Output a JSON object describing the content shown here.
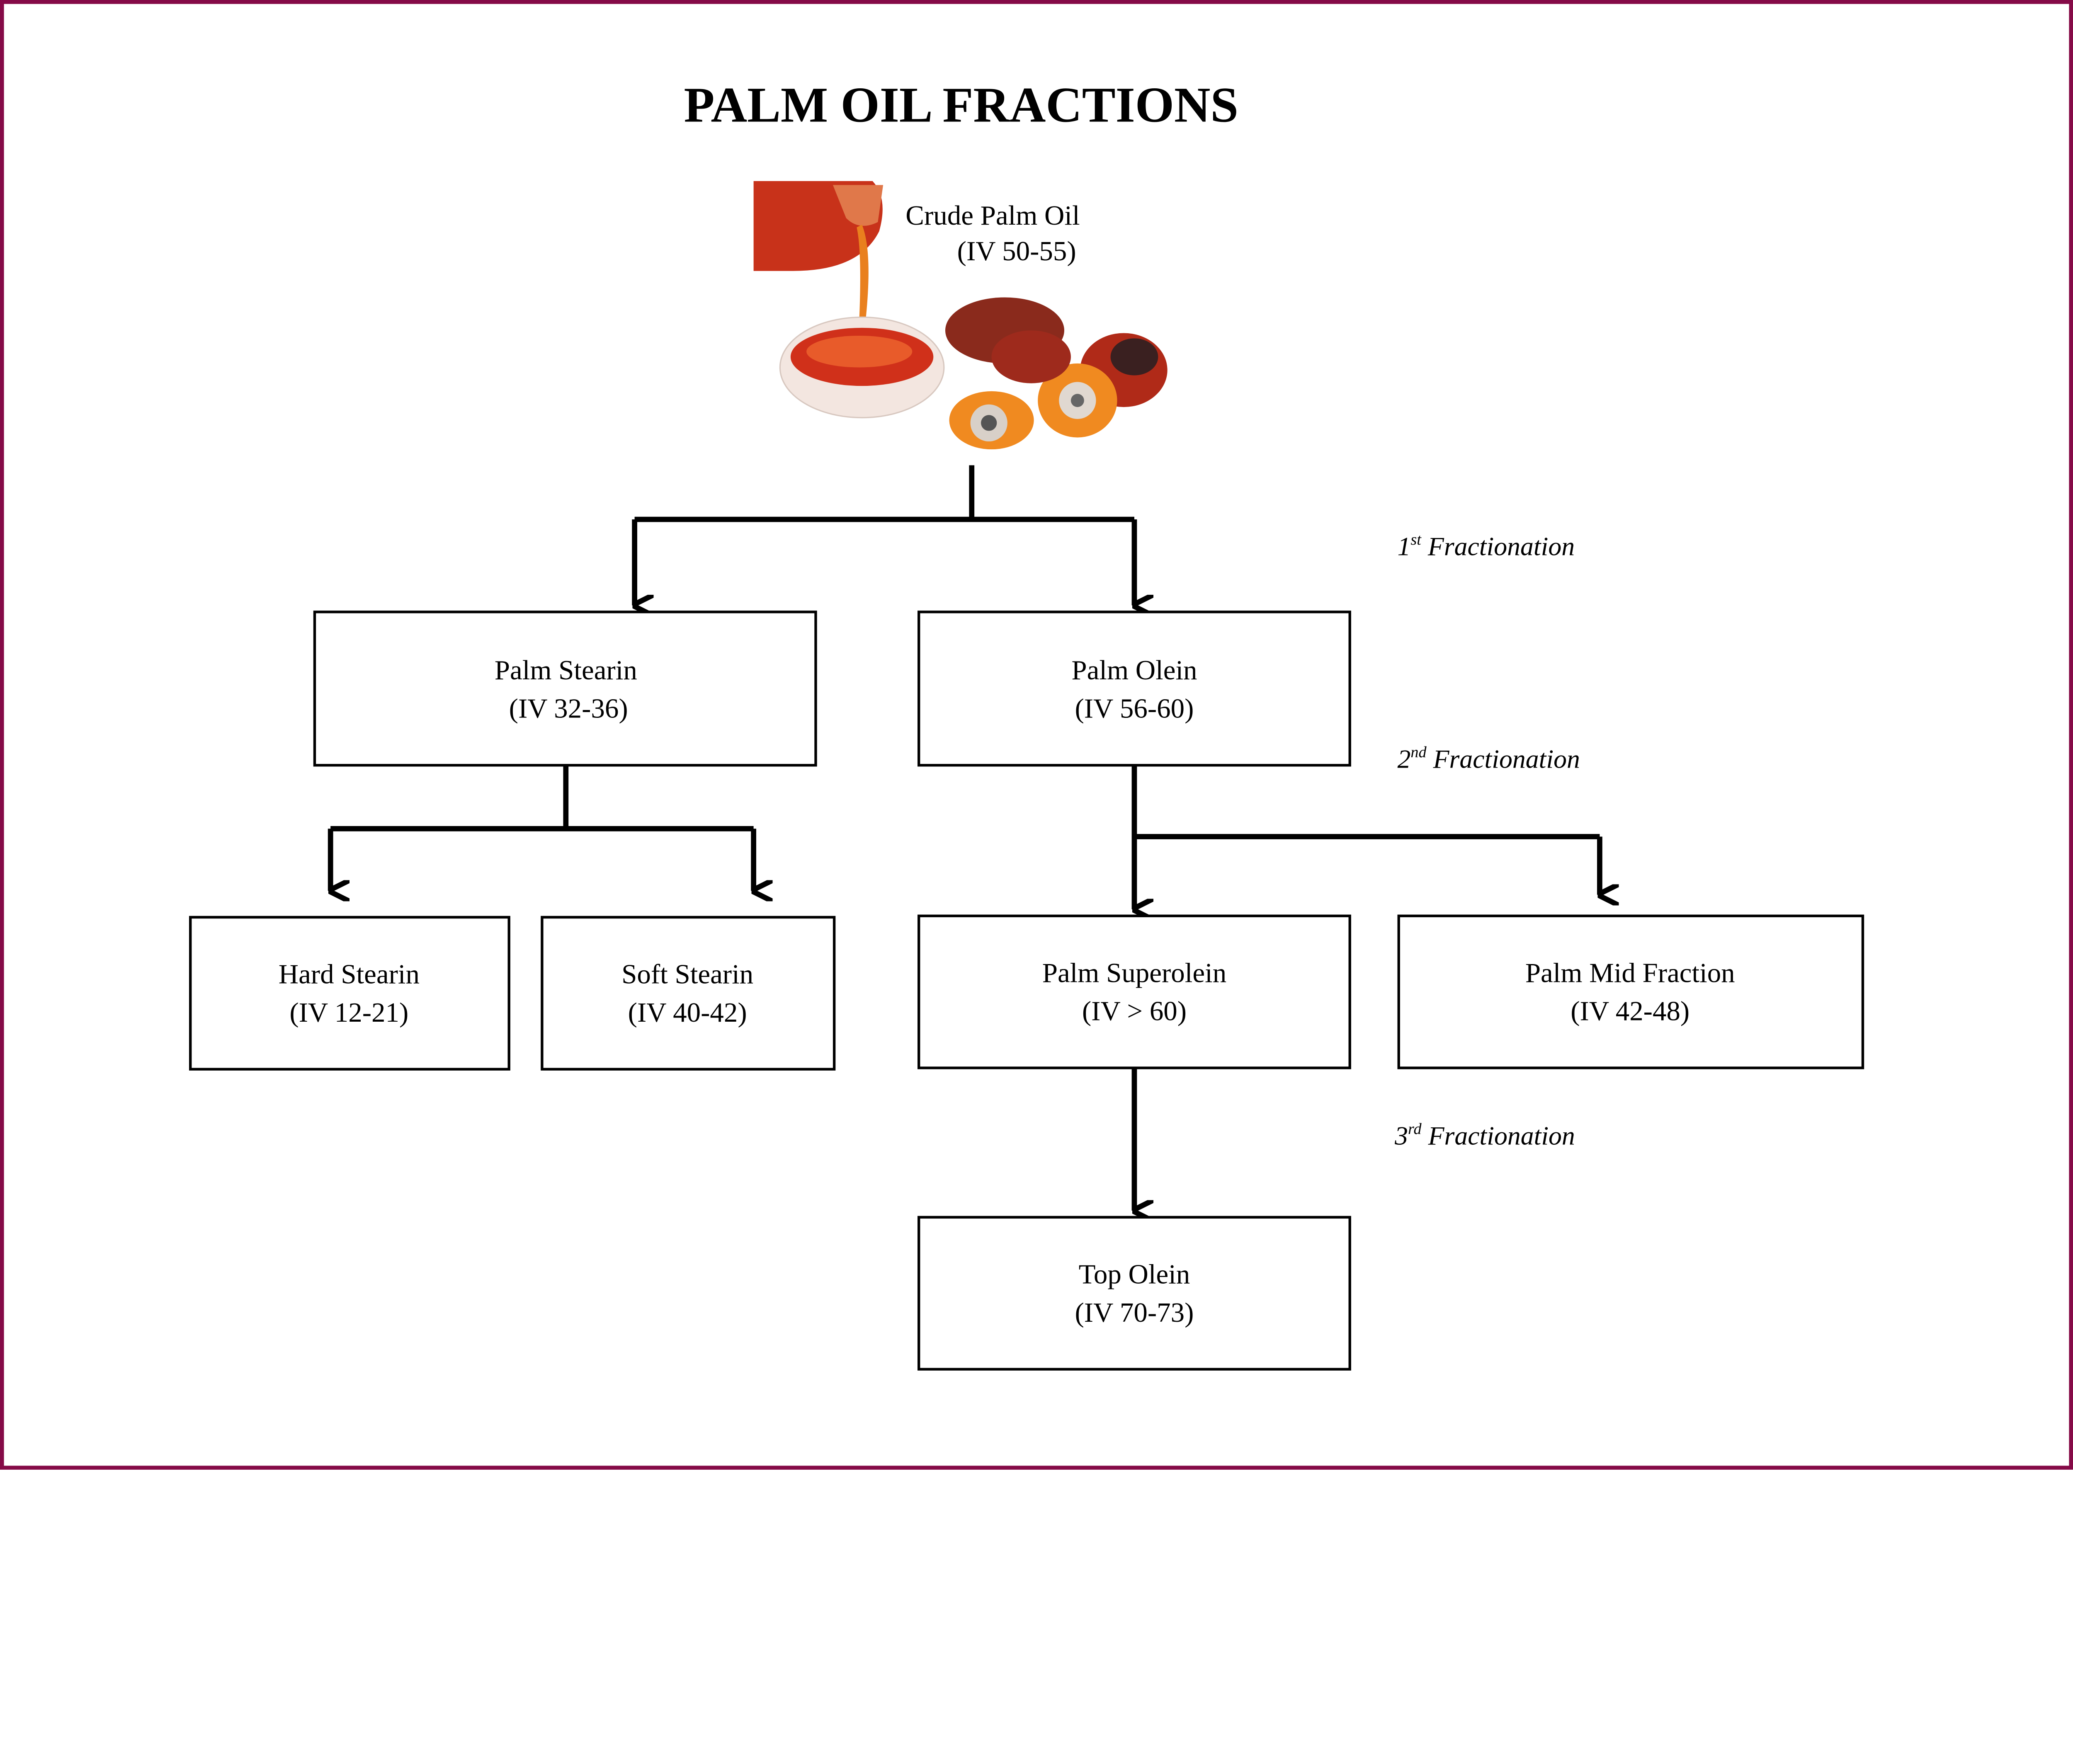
{
  "title": "PALM OIL FRACTIONS",
  "border_color": "#850A47",
  "source": {
    "name": "Crude Palm Oil",
    "iv": "(IV 50-55)",
    "image": "palm-oil-fruit-photo"
  },
  "stages": [
    {
      "ordinal": "1",
      "suffix": "st",
      "label": "Fractionation"
    },
    {
      "ordinal": "2",
      "suffix": "nd",
      "label": "Fractionation"
    },
    {
      "ordinal": "3",
      "suffix": "rd",
      "label": "Fractionation"
    }
  ],
  "nodes": {
    "palm_stearin": {
      "name": "Palm Stearin",
      "iv": "(IV 32-36)"
    },
    "palm_olein": {
      "name": "Palm Olein",
      "iv": "(IV 56-60)"
    },
    "hard_stearin": {
      "name": "Hard Stearin",
      "iv": "(IV 12-21)"
    },
    "soft_stearin": {
      "name": "Soft Stearin",
      "iv": "(IV 40-42)"
    },
    "palm_superolein": {
      "name": "Palm Superolein",
      "iv": "(IV > 60)"
    },
    "palm_mid_fraction": {
      "name": "Palm Mid Fraction",
      "iv": "(IV 42-48)"
    },
    "top_olein": {
      "name": "Top Olein",
      "iv": "(IV 70-73)"
    }
  }
}
